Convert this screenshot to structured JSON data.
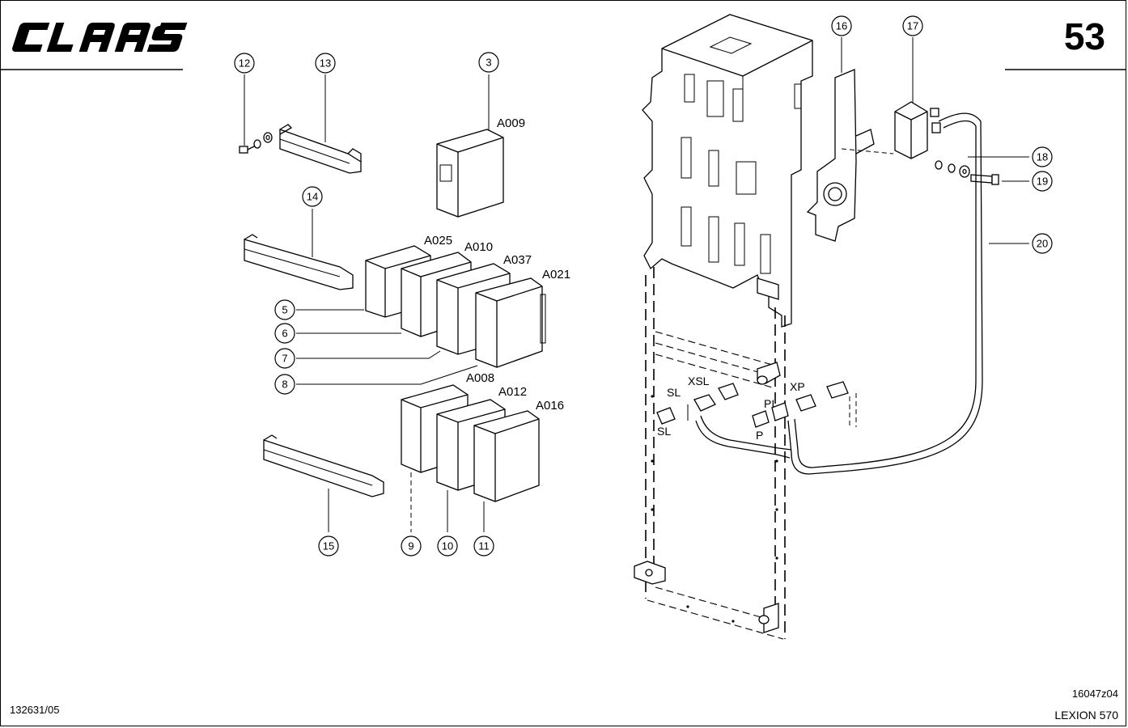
{
  "header": {
    "brand": "CLAAS",
    "page_number": "53"
  },
  "footer": {
    "doc_number": "132631/05",
    "drawing_code": "16047z04",
    "model": "LEXION 570"
  },
  "callouts": [
    "12",
    "13",
    "3",
    "14",
    "5",
    "6",
    "7",
    "8",
    "15",
    "9",
    "10",
    "11",
    "16",
    "17",
    "18",
    "19",
    "20"
  ],
  "module_designations": [
    "A009",
    "A025",
    "A010",
    "A037",
    "A021",
    "A008",
    "A012",
    "A016"
  ],
  "connector_labels": [
    "SL",
    "XSL",
    "SL",
    "PI",
    "P",
    "XP"
  ]
}
